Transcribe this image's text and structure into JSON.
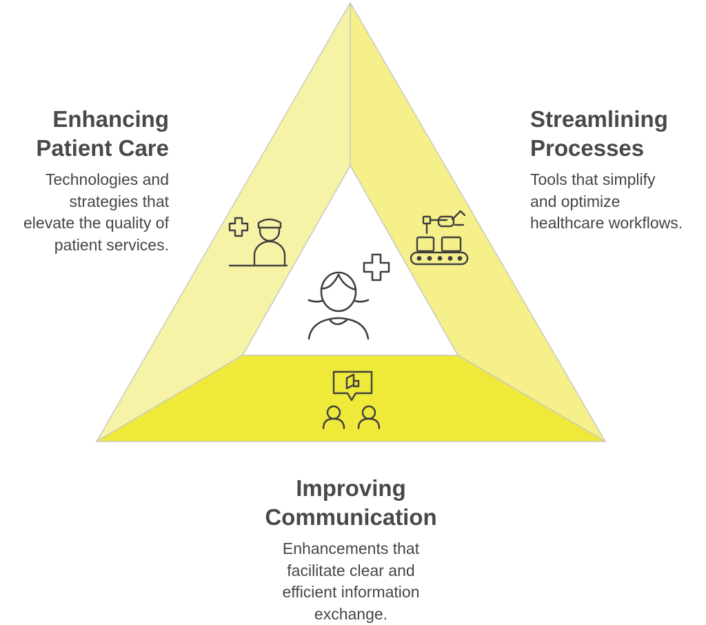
{
  "sections": {
    "left": {
      "title": "Enhancing\nPatient Care",
      "description": "Technologies and\nstrategies that\nelevate the quality of\npatient services.",
      "icon": "nurse-with-medical-cross-icon"
    },
    "right": {
      "title": "Streamlining\nProcesses",
      "description": "Tools that simplify\nand optimize\nhealthcare workflows.",
      "icon": "robotic-arm-conveyor-icon"
    },
    "bottom": {
      "title": "Improving\nCommunication",
      "description": "Enhancements that\nfacilitate clear and\nefficient information\nexchange.",
      "icon": "two-people-discussion-icon"
    },
    "center": {
      "icon": "patient-with-medical-cross-icon"
    }
  },
  "colors": {
    "left_band": "#f7f3a6",
    "right_band": "#f5f08a",
    "bottom_band": "#efe93a",
    "outline": "#c9c9bd",
    "icon_stroke": "#3f3f3f"
  }
}
